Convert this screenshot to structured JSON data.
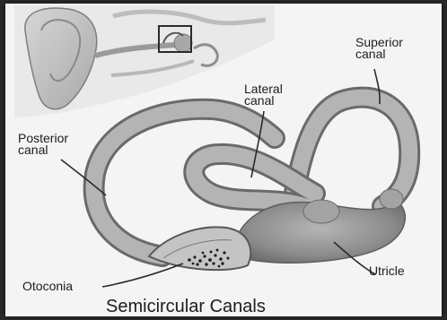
{
  "labels": {
    "superior_canal": "Superior\ncanal",
    "lateral_canal": "Lateral\ncanal",
    "posterior_canal": "Posterior\ncanal",
    "otoconia": "Otoconia",
    "utricle": "Utricle"
  },
  "caption": "Semicircular Canals"
}
